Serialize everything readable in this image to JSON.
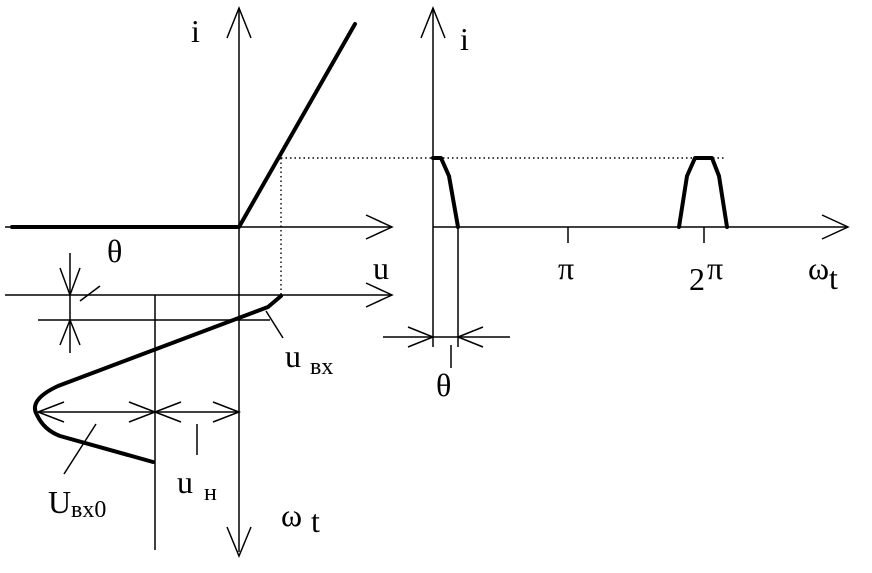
{
  "labels": {
    "i_left": "i",
    "i_right": "i",
    "u_axis": "u",
    "theta_left": "θ",
    "theta_right": "θ",
    "pi": "π",
    "two_pi_2": "2",
    "two_pi_pi": "π",
    "omega_t_right_omega": "ω",
    "omega_t_right_t": "t",
    "omega_t_bottom_omega": "ω",
    "omega_t_bottom_t": "t",
    "u_vx_u": "u",
    "u_vx_sub": "вх",
    "U_vx0_U": "U",
    "U_vx0_sub": "вх0",
    "u_n_u": "u",
    "u_n_sub": "н"
  }
}
